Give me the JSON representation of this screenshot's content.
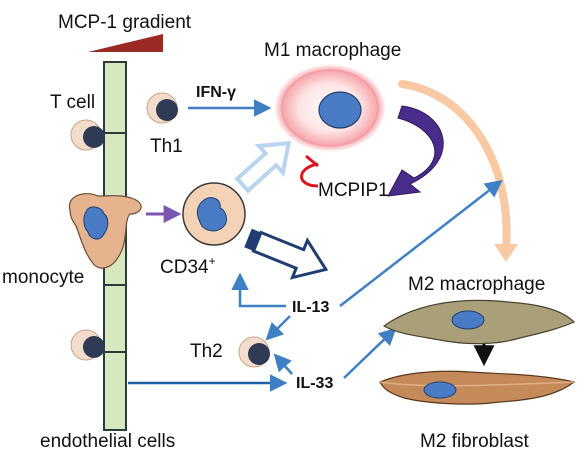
{
  "title": "MCP-1 gradient",
  "labels": {
    "t_cell": "T cell",
    "th1": "Th1",
    "ifn": "IFN-γ",
    "m1": "M1 macrophage",
    "mcpip": "MCPIP1",
    "monocyte": "monocyte",
    "cd34": "CD34",
    "cd34_sup": "+",
    "il13": "IL-13",
    "il33": "IL-33",
    "th2": "Th2",
    "m2_macrophage": "M2 macrophage",
    "m2_fibroblast": "M2 fibroblast",
    "endothelial": "endothelial cells"
  },
  "colors": {
    "gradient_wedge": "#9b2a22",
    "endothelium": "#d7e8c0",
    "cell_body": "#f4d2b6",
    "nucleus": "#4a7cc6",
    "dark_nucleus": "#3a4a66",
    "m1_halo": "#f5a3a8",
    "arrow_blue": "#3f7fc4",
    "purple_arrow": "#4a2c8c",
    "red_inhibit": "#e0141e",
    "peach_arrow": "#f7c7a0",
    "m2_mac": "#a9a07a",
    "m2_fib": "#c48a5a"
  }
}
